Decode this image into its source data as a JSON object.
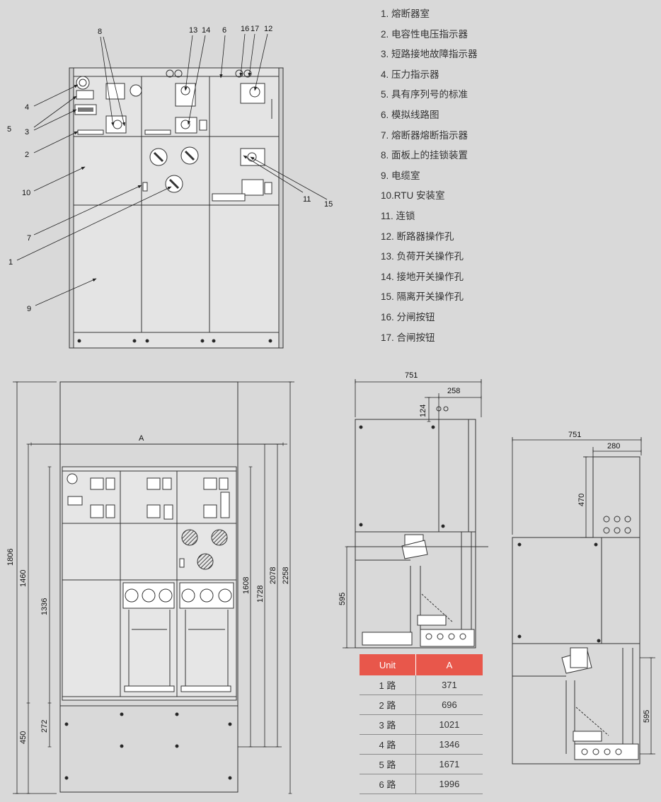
{
  "legend": [
    "1. 熔断器室",
    "2. 电容性电压指示器",
    "3. 短路接地故障指示器",
    "4. 压力指示器",
    "5. 具有序列号的标准",
    "6. 模拟线路图",
    "7. 熔断器熔断指示器",
    "8. 面板上的挂锁装置",
    "9. 电缆室",
    "10.RTU 安装室",
    "11. 连锁",
    "12. 断路器操作孔",
    "13. 负荷开关操作孔",
    "14. 接地开关操作孔",
    "15. 隔离开关操作孔",
    "16. 分闸按钮",
    "17. 合闸按钮"
  ],
  "callouts": {
    "n1": "1",
    "n2": "2",
    "n3": "3",
    "n4": "4",
    "n5": "5",
    "n6": "6",
    "n7": "7",
    "n8": "8",
    "n9": "9",
    "n10": "10",
    "n11": "11",
    "n12": "12",
    "n13": "13",
    "n14": "14",
    "n15": "15",
    "n16": "16",
    "n17": "17"
  },
  "dimensions": {
    "front": {
      "width": "A",
      "h1806": "1806",
      "h1460": "1460",
      "h1336": "1336",
      "h450": "450",
      "h272": "272",
      "h1608": "1608",
      "h1728": "1728",
      "h2078": "2078",
      "h2258": "2258"
    },
    "side_mid": {
      "w751": "751",
      "w258": "258",
      "h124": "124",
      "h595": "595"
    },
    "side_right": {
      "w751": "751",
      "w280": "280",
      "h470": "470",
      "h595": "595"
    }
  },
  "table": {
    "headers": [
      "Unit",
      "A"
    ],
    "rows": [
      [
        "1 路",
        "371"
      ],
      [
        "2 路",
        "696"
      ],
      [
        "3 路",
        "1021"
      ],
      [
        "4 路",
        "1346"
      ],
      [
        "5 路",
        "1671"
      ],
      [
        "6 路",
        "1996"
      ]
    ]
  }
}
